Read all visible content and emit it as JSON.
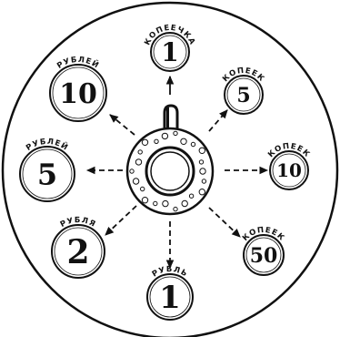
{
  "coins": [
    {
      "value": "1",
      "label": "КОПЕЕЧКА"
    },
    {
      "value": "5",
      "label": "КОПЕЕК"
    },
    {
      "value": "10",
      "label": "КОПЕЕК"
    },
    {
      "value": "50",
      "label": "КОПЕЕК"
    },
    {
      "value": "1",
      "label": "РУБЛЬ"
    },
    {
      "value": "2",
      "label": "РУБЛЯ"
    },
    {
      "value": "5",
      "label": "РУБЛЕЙ"
    },
    {
      "value": "10",
      "label": "РУБЛЕЙ"
    }
  ],
  "colors": {
    "ink": "#111111",
    "background": "#ffffff"
  }
}
